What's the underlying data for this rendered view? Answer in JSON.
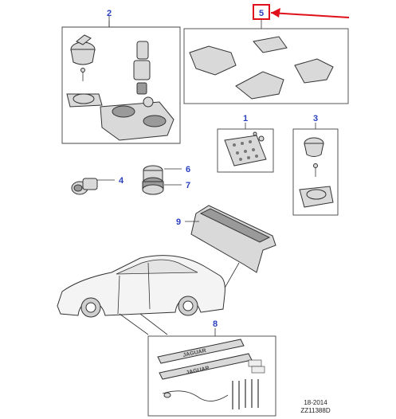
{
  "callouts": {
    "c1": "1",
    "c2": "2",
    "c3": "3",
    "c4": "4",
    "c5": "5",
    "c6": "6",
    "c7": "7",
    "c8": "8",
    "c9": "9"
  },
  "sill_plate_text": "JAGUAR",
  "footer": {
    "date": "18-2014",
    "code": "ZZ11388D"
  },
  "colors": {
    "callout": "#2a3fbf",
    "highlight": "#e0101a"
  }
}
